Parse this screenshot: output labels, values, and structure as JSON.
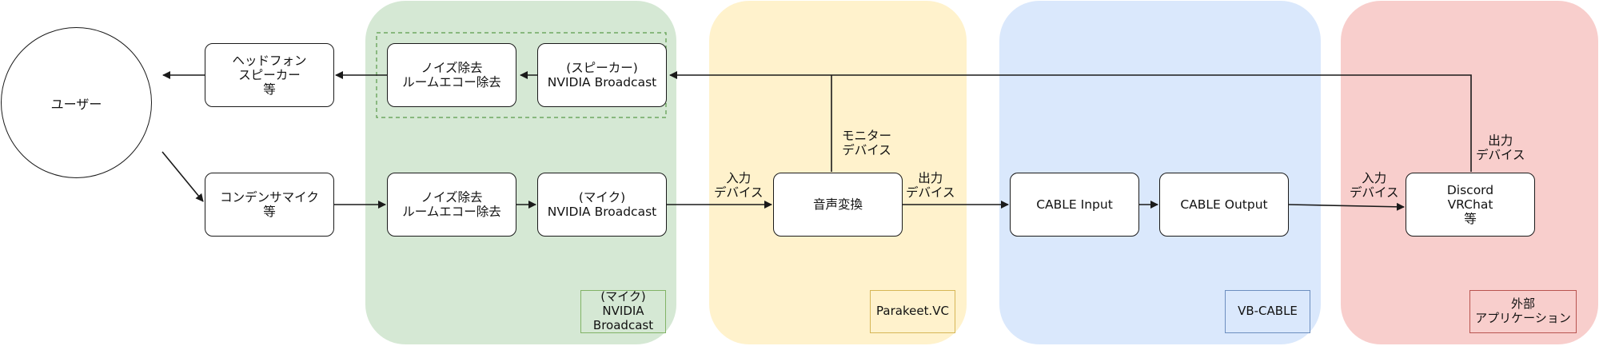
{
  "colors": {
    "green_zone": "#d5e8d4",
    "yellow_zone": "#fff2cc",
    "blue_zone": "#dae8fc",
    "red_zone": "#f8cecc",
    "green_border": "#82b366",
    "yellow_border": "#d6b656",
    "blue_border": "#6c8ebf",
    "red_border": "#b85450",
    "line": "#1a1a1a"
  },
  "zones": {
    "nvidia": "(マイク)\nNVIDIA\nBroadcast",
    "parakeet": "Parakeet.VC",
    "vbcable": "VB-CABLE",
    "external": "外部\nアプリケーション"
  },
  "nodes": {
    "user": "ユーザー",
    "headphone": "ヘッドフォン\nスピーカー\n等",
    "noise_top": "ノイズ除去\nルームエコー除去",
    "speaker_nvidia": "(スピーカー)\nNVIDIA Broadcast",
    "condenser": "コンデンサマイク\n等",
    "noise_bottom": "ノイズ除去\nルームエコー除去",
    "mic_nvidia": "(マイク)\nNVIDIA Broadcast",
    "voice_conv": "音声変換",
    "cable_input": "CABLE Input",
    "cable_output": "CABLE Output",
    "apps": "Discord\nVRChat\n等"
  },
  "edge_labels": {
    "monitor": "モニター\nデバイス",
    "input_1": "入力\nデバイス",
    "output_1": "出力\nデバイス",
    "input_2": "入力\nデバイス",
    "output_2": "出力\nデバイス"
  }
}
